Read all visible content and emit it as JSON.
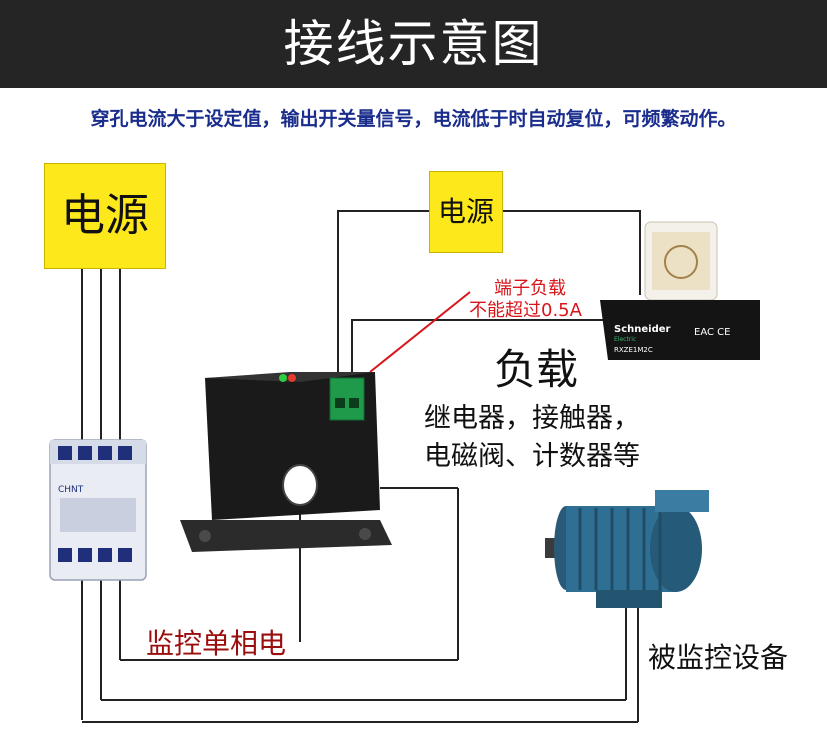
{
  "header": {
    "title": "接线示意图"
  },
  "subtitle": "穿孔电流大于设定值，输出开关量信号，电流低于时自动复位，可频繁动作。",
  "power_supply_main": {
    "label": "电源"
  },
  "power_supply_relay": {
    "label": "电源"
  },
  "terminal_note": {
    "line1": "端子负载",
    "line2": "不能超过0.5A"
  },
  "load": {
    "title": "负载",
    "examples_line1": "继电器，接触器，",
    "examples_line2": "电磁阀、计数器等"
  },
  "monitor_label": "监控单相电",
  "device_label": "被监控设备",
  "relay_brand": "Schneider",
  "relay_brand_sub": "Electric",
  "relay_model": "RXZE1M2C",
  "relay_marks": "EAC  CE",
  "contactor_brand": "CHNT",
  "colors": {
    "title_bg": "#252525",
    "subtitle": "#1a2d8c",
    "psu": "#fde81b",
    "note_red": "#d7161c",
    "motor_blue": "#2f6f93"
  }
}
